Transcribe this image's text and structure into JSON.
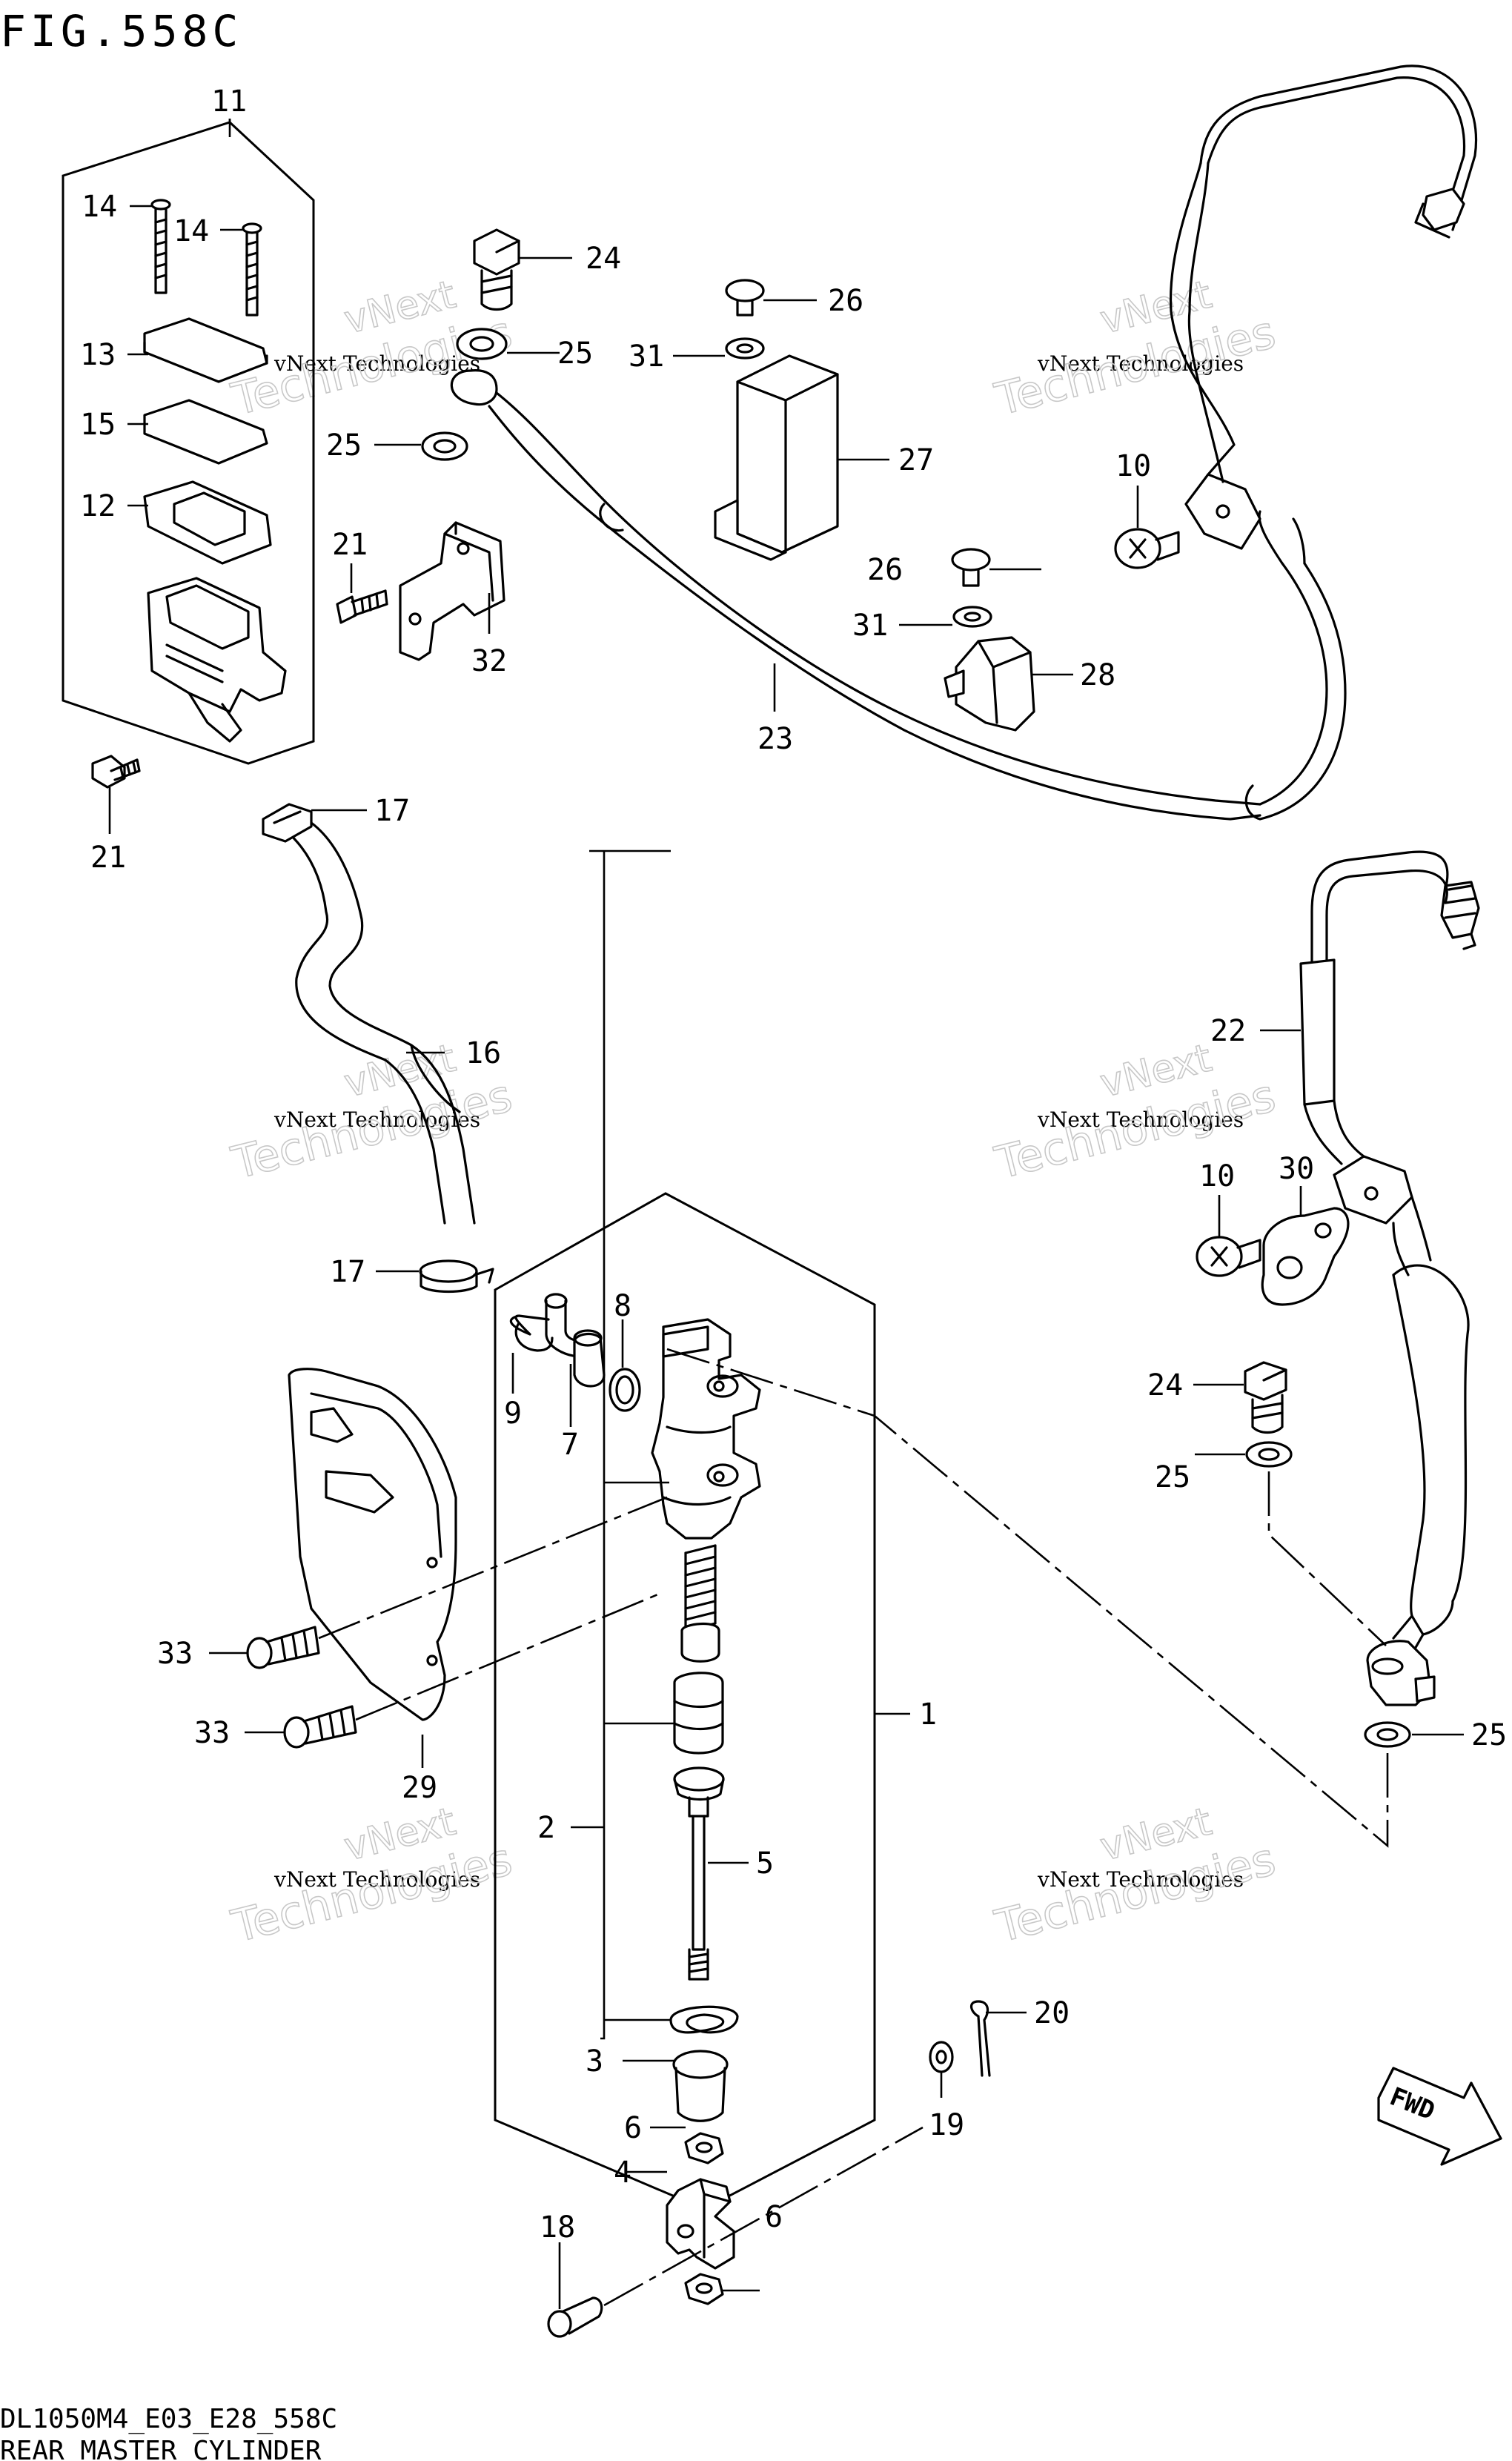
{
  "figure": {
    "title": "FIG.558C",
    "model_code": "DL1050M4_E03_E28_558C",
    "caption": "REAR MASTER CYLINDER"
  },
  "watermark": {
    "line1": "vNext",
    "line2": "vNext Technologies",
    "line3": "Technologies"
  },
  "callouts": [
    {
      "id": "c11",
      "text": "11"
    },
    {
      "id": "c14a",
      "text": "14"
    },
    {
      "id": "c14b",
      "text": "14"
    },
    {
      "id": "c13",
      "text": "13"
    },
    {
      "id": "c15",
      "text": "15"
    },
    {
      "id": "c12",
      "text": "12"
    },
    {
      "id": "c21a",
      "text": "21"
    },
    {
      "id": "c21b",
      "text": "21"
    },
    {
      "id": "c24a",
      "text": "24"
    },
    {
      "id": "c25a",
      "text": "25"
    },
    {
      "id": "c25b",
      "text": "25"
    },
    {
      "id": "c26a",
      "text": "26"
    },
    {
      "id": "c31a",
      "text": "31"
    },
    {
      "id": "c27",
      "text": "27"
    },
    {
      "id": "c26b",
      "text": "26"
    },
    {
      "id": "c31b",
      "text": "31"
    },
    {
      "id": "c28",
      "text": "28"
    },
    {
      "id": "c32",
      "text": "32"
    },
    {
      "id": "c23",
      "text": "23"
    },
    {
      "id": "c10a",
      "text": "10"
    },
    {
      "id": "c17a",
      "text": "17"
    },
    {
      "id": "c16",
      "text": "16"
    },
    {
      "id": "c17b",
      "text": "17"
    },
    {
      "id": "c22",
      "text": "22"
    },
    {
      "id": "c10b",
      "text": "10"
    },
    {
      "id": "c30",
      "text": "30"
    },
    {
      "id": "c24b",
      "text": "24"
    },
    {
      "id": "c25c",
      "text": "25"
    },
    {
      "id": "c25d",
      "text": "25"
    },
    {
      "id": "c8",
      "text": "8"
    },
    {
      "id": "c9",
      "text": "9"
    },
    {
      "id": "c7",
      "text": "7"
    },
    {
      "id": "c1",
      "text": "1"
    },
    {
      "id": "c2",
      "text": "2"
    },
    {
      "id": "c5",
      "text": "5"
    },
    {
      "id": "c3",
      "text": "3"
    },
    {
      "id": "c6a",
      "text": "6"
    },
    {
      "id": "c4",
      "text": "4"
    },
    {
      "id": "c6b",
      "text": "6"
    },
    {
      "id": "c18",
      "text": "18"
    },
    {
      "id": "c19",
      "text": "19"
    },
    {
      "id": "c20",
      "text": "20"
    },
    {
      "id": "c33a",
      "text": "33"
    },
    {
      "id": "c33b",
      "text": "33"
    },
    {
      "id": "c29",
      "text": "29"
    }
  ],
  "direction_arrow": {
    "label": "FWD"
  }
}
